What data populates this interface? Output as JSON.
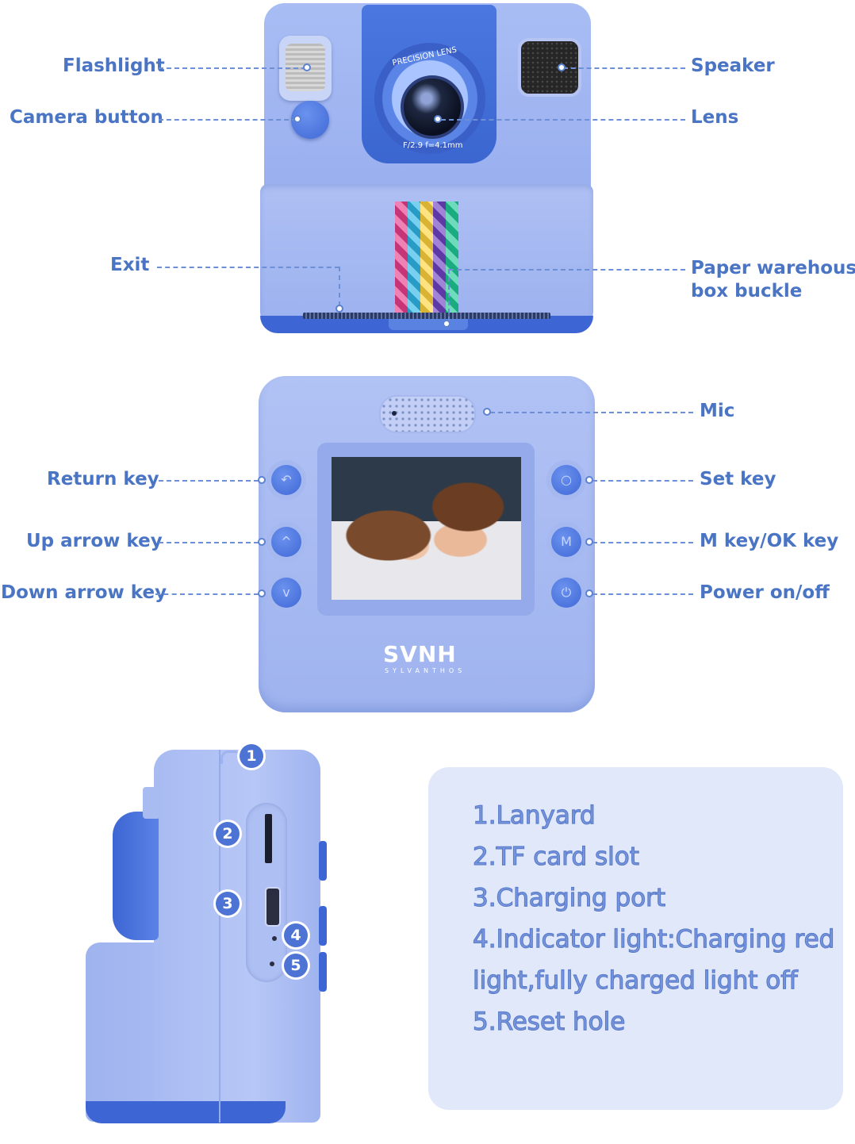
{
  "front_labels": {
    "flashlight": "Flashlight",
    "camera_button": "Camera button",
    "speaker": "Speaker",
    "lens": "Lens",
    "exit": "Exit",
    "paper_line1": "Paper warehouse",
    "paper_line2": "box buckle"
  },
  "lens_print": {
    "top": "PRECISION  LENS",
    "bottom": "F/2.9  f=4.1mm"
  },
  "back_labels": {
    "mic": "Mic",
    "return_key": "Return key",
    "set_key": "Set key",
    "up_arrow_key": "Up arrow key",
    "m_ok_key": "M key/OK key",
    "down_arrow_key": "Down arrow key",
    "power": "Power on/off"
  },
  "keys": {
    "return_glyph": "↶",
    "set_glyph": "○",
    "up_glyph": "^",
    "m_glyph": "M",
    "down_glyph": "v",
    "power_glyph": "⏻"
  },
  "logo": {
    "main": "SVNH",
    "sub": "SYLVANTHOS"
  },
  "side_numbers": [
    "1",
    "2",
    "3",
    "4",
    "5"
  ],
  "legend": [
    "1.Lanyard",
    "2.TF card slot",
    "3.Charging port",
    "4.Indicator light:Charging red",
    "light,fully charged light off",
    "5.Reset hole"
  ],
  "colors": {
    "body": "#a9bdf4",
    "accent_blue": "#3d66d4",
    "label_blue": "#4a74c4",
    "card_bg": "#e1e8fa"
  }
}
